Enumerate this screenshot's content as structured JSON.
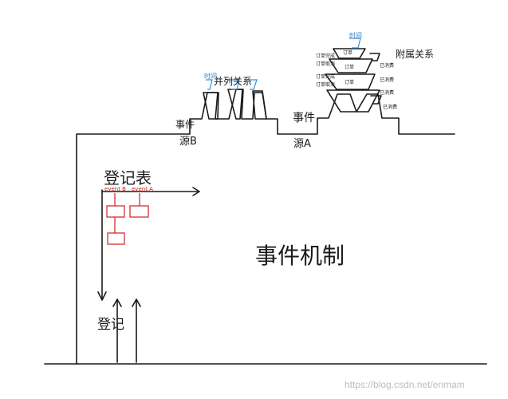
{
  "title": "事件机制",
  "registry_label": "登记表",
  "register_label": "登记",
  "event_label": "事件",
  "source_b_label": "源B",
  "source_a_label": "源A",
  "parallel_label": "并列关系",
  "dependency_label": "附属关系",
  "time_label": "时间",
  "registry_entries": [
    "event B",
    "event A"
  ],
  "side_notes_left": [
    "订单完成",
    "订单取消",
    "订单完成",
    "订单取消"
  ],
  "side_notes_right": [
    "已消费",
    "已消费",
    "已消费",
    "已消费"
  ],
  "funnel_labels": [
    "订单",
    "订单",
    "订单"
  ],
  "watermark": "https://blog.csdn.net/enmam",
  "colors": {
    "ink": "#1a1a1a",
    "time": "#3a8ed0",
    "registry": "#d02020"
  }
}
